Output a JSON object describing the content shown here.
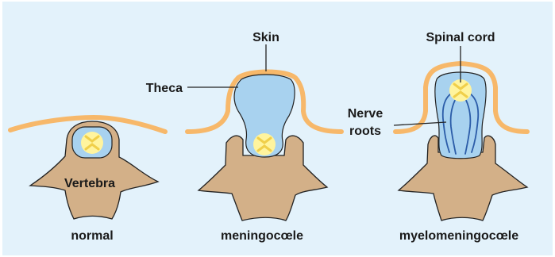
{
  "diagram": {
    "labels": {
      "skin": "Skin",
      "theca": "Theca",
      "spinal_cord": "Spinal cord",
      "nerve_roots_line1": "Nerve",
      "nerve_roots_line2": "roots",
      "vertebra": "Vertebra"
    },
    "captions": {
      "normal": "normal",
      "meningocele": "meningocœle",
      "myelomeningocele": "myelomeningocœle"
    },
    "colors": {
      "background": "#e3f2fb",
      "bone": "#d3b088",
      "skin": "#f7b86a",
      "theca": "#a8d2ef",
      "cord": "#fff49e",
      "nerve": "#2b5ca8",
      "outline": "#222222"
    }
  }
}
